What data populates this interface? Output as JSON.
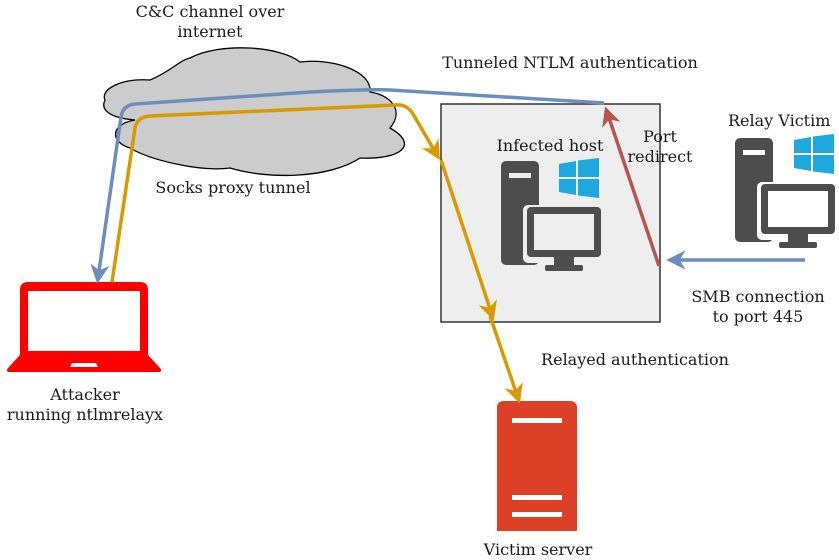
{
  "colors": {
    "background": "#ffffff",
    "cloud_fill": "#cccccc",
    "cloud_stroke": "#000000",
    "host_box_fill": "#eeeeee",
    "host_box_stroke": "#333333",
    "tunnel_blue": "#6c8ebf",
    "relay_gold": "#d79b00",
    "redirect_red": "#b85450",
    "attacker_red": "#ff0000",
    "server_orange": "#dc4128",
    "computer_gray": "#4d4d4d",
    "windows_blue": "#1fa8e0"
  },
  "labels": {
    "cc_channel_line1": "C&C channel over",
    "cc_channel_line2": "internet",
    "tunneled_ntlm": "Tunneled NTLM authentication",
    "socks_proxy": "Socks proxy tunnel",
    "infected_host": "Infected host",
    "port_redirect_line1": "Port",
    "port_redirect_line2": "redirect",
    "relay_victim": "Relay Victim",
    "smb_line1": "SMB connection",
    "smb_line2": "to port 445",
    "attacker_line1": "Attacker",
    "attacker_line2": "running ntlmrelayx",
    "relayed_auth": "Relayed authentication",
    "victim_server": "Victim server"
  },
  "nodes": [
    {
      "id": "attacker",
      "icon": "laptop-icon",
      "label": "Attacker running ntlmrelayx"
    },
    {
      "id": "cloud",
      "icon": "cloud-icon",
      "label": "C&C channel over internet"
    },
    {
      "id": "infected-host",
      "icon": "windows-desktop-icon",
      "label": "Infected host"
    },
    {
      "id": "relay-victim",
      "icon": "windows-desktop-icon",
      "label": "Relay Victim"
    },
    {
      "id": "victim-server",
      "icon": "server-icon",
      "label": "Victim server"
    }
  ],
  "edges": [
    {
      "from": "relay-victim",
      "to": "infected-host",
      "label": "SMB connection to port 445",
      "color": "blue"
    },
    {
      "from": "infected-host",
      "to": "infected-host",
      "label": "Port redirect",
      "color": "red"
    },
    {
      "from": "infected-host",
      "to": "attacker",
      "label": "Tunneled NTLM authentication",
      "color": "blue"
    },
    {
      "from": "attacker",
      "to": "infected-host",
      "label": "Socks proxy tunnel",
      "color": "gold"
    },
    {
      "from": "infected-host",
      "to": "victim-server",
      "label": "Relayed authentication",
      "color": "gold"
    }
  ]
}
